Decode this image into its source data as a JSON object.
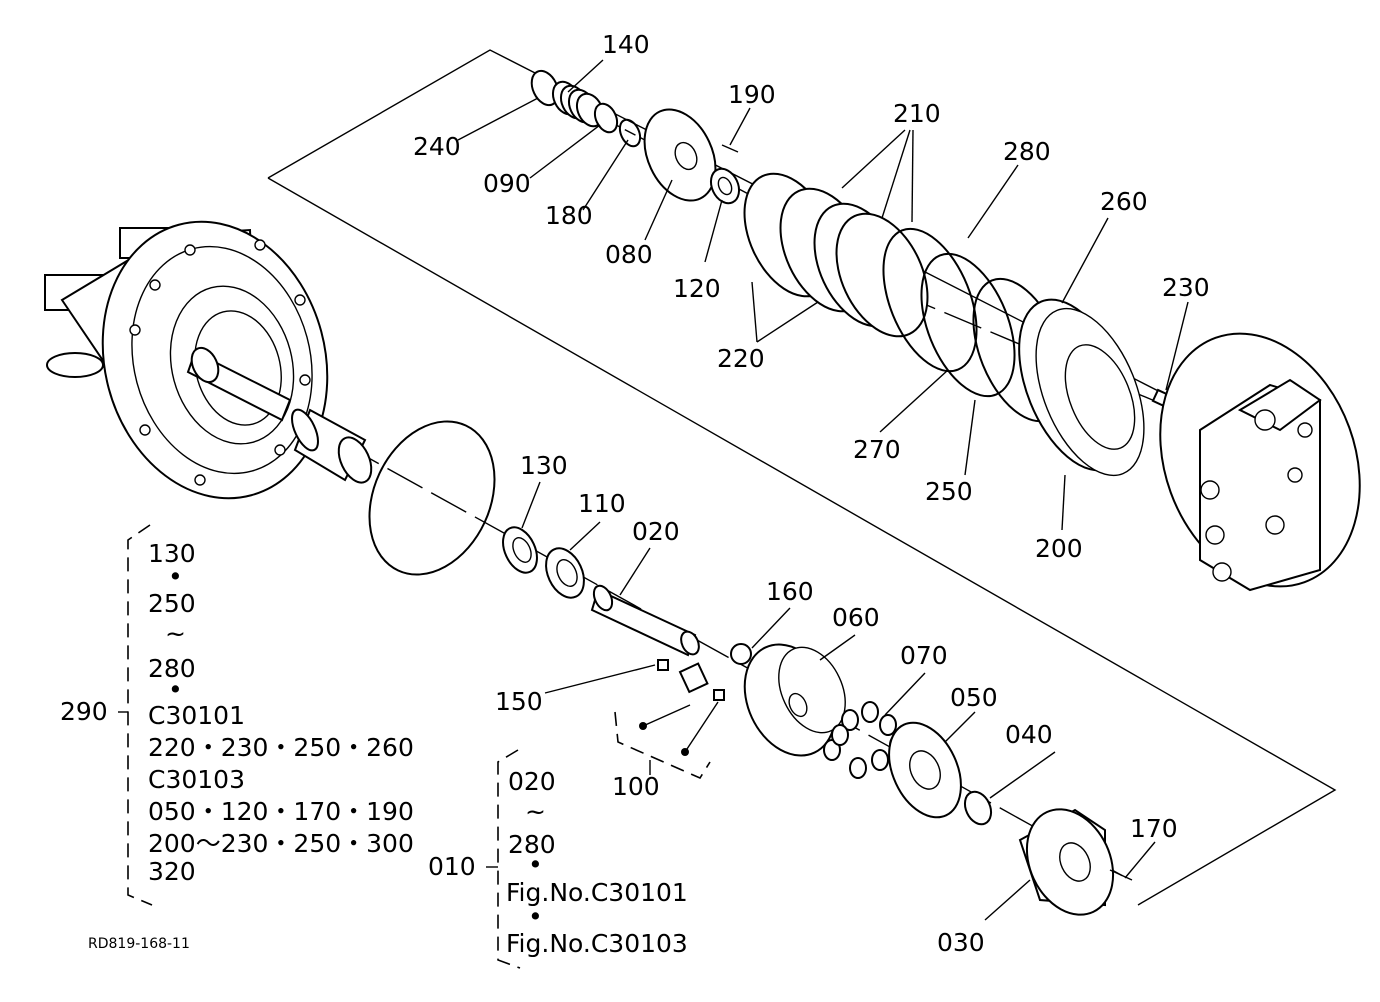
{
  "callouts": [
    {
      "id": "c140",
      "text": "140"
    },
    {
      "id": "c240",
      "text": "240"
    },
    {
      "id": "c090",
      "text": "090"
    },
    {
      "id": "c180",
      "text": "180"
    },
    {
      "id": "c080",
      "text": "080"
    },
    {
      "id": "c190",
      "text": "190"
    },
    {
      "id": "c120",
      "text": "120"
    },
    {
      "id": "c210",
      "text": "210"
    },
    {
      "id": "c220",
      "text": "220"
    },
    {
      "id": "c280",
      "text": "280"
    },
    {
      "id": "c260",
      "text": "260"
    },
    {
      "id": "c230",
      "text": "230"
    },
    {
      "id": "c270",
      "text": "270"
    },
    {
      "id": "c250",
      "text": "250"
    },
    {
      "id": "c200",
      "text": "200"
    },
    {
      "id": "c130",
      "text": "130"
    },
    {
      "id": "c110",
      "text": "110"
    },
    {
      "id": "c020",
      "text": "020"
    },
    {
      "id": "c160",
      "text": "160"
    },
    {
      "id": "c060",
      "text": "060"
    },
    {
      "id": "c070",
      "text": "070"
    },
    {
      "id": "c050",
      "text": "050"
    },
    {
      "id": "c040",
      "text": "040"
    },
    {
      "id": "c150",
      "text": "150"
    },
    {
      "id": "c100",
      "text": "100"
    },
    {
      "id": "c170",
      "text": "170"
    },
    {
      "id": "c030",
      "text": "030"
    }
  ],
  "kit_290": {
    "label": "290",
    "lines": [
      "130",
      "•",
      "250",
      "~",
      "280",
      "•",
      "C30101",
      "220・230・250・260",
      "C30103",
      "050・120・170・190",
      "200～230・250・300",
      "320"
    ]
  },
  "kit_010": {
    "label": "010",
    "lines": [
      "020",
      "~",
      "280",
      "•",
      "Fig.No.C30101",
      "•",
      "Fig.No.C30103"
    ]
  },
  "ref_code": "RD819-168-11"
}
